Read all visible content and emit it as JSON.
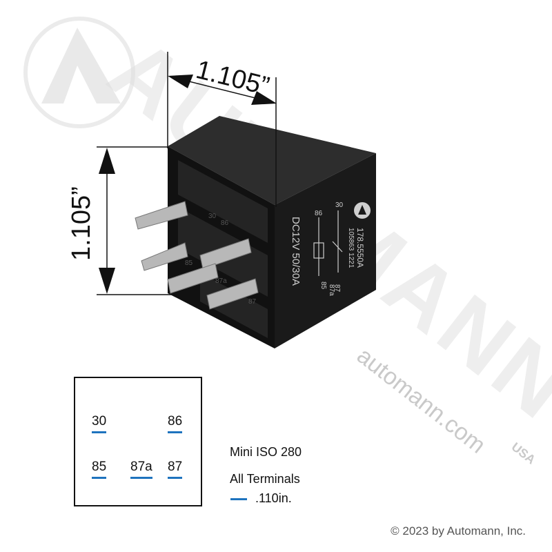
{
  "dimensions": {
    "width_label": "1.105”",
    "height_label": "1.105”"
  },
  "relay": {
    "part_number": "178.5550A",
    "code": "105863 1221",
    "rating": "DC12V 50/30A",
    "pins": [
      "30",
      "87a",
      "87",
      "86",
      "85"
    ],
    "body_pin_labels": [
      "30",
      "86",
      "85",
      "87a",
      "87"
    ]
  },
  "terminals": {
    "t30": "30",
    "t86": "86",
    "t85": "85",
    "t87a": "87a",
    "t87": "87"
  },
  "info": {
    "type": "Mini ISO 280",
    "terminals_label": "All Terminals",
    "terminal_size": ".110in."
  },
  "watermark": {
    "url": "automann.com",
    "brand": "AUTOMANN",
    "usa": "USA"
  },
  "copyright": "© 2023 by Automann, Inc.",
  "colors": {
    "accent": "#1e73be",
    "relay_body": "#1c1c1c",
    "watermark": "#e4e4e4"
  }
}
